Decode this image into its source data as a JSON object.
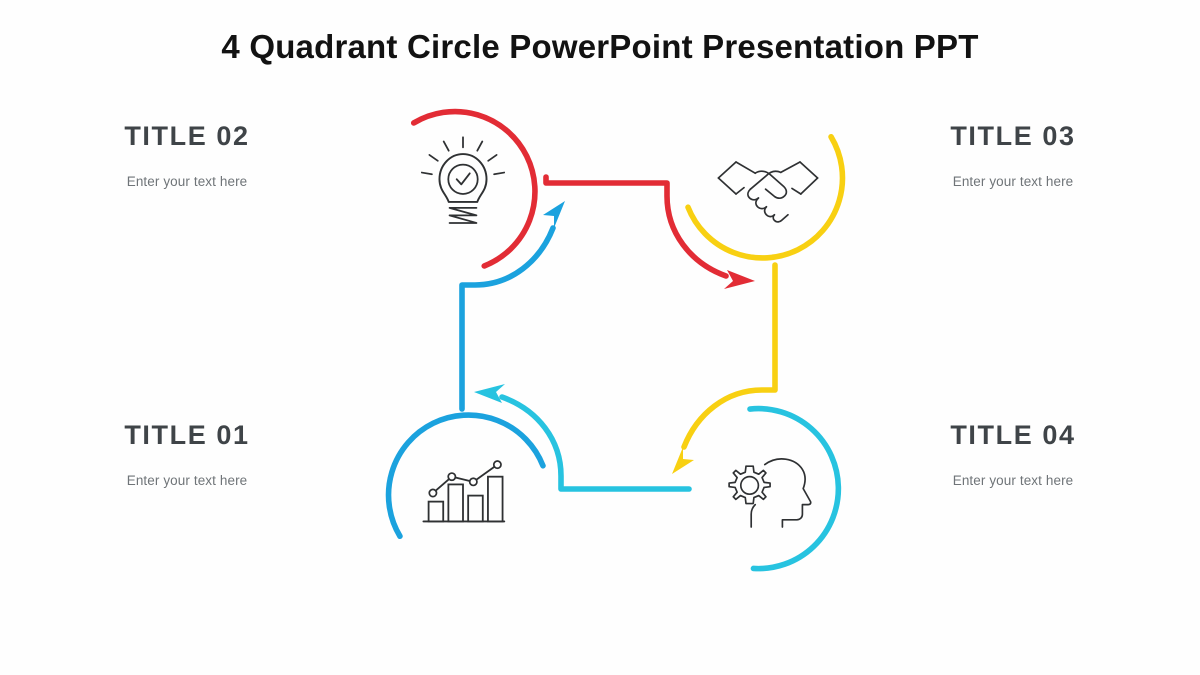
{
  "slide": {
    "title": "4 Quadrant Circle PowerPoint Presentation PPT",
    "background_color": "#fefefe",
    "title_color": "#121212"
  },
  "palette": {
    "red": "#e22c35",
    "yellow": "#f8d012",
    "blue": "#1ba2de",
    "cyan": "#27c3e0",
    "icon_stroke": "#2f3133",
    "label_title": "#3f4448",
    "label_sub": "#6f7478"
  },
  "quadrants": [
    {
      "id": "title-01",
      "label": "TITLE  01",
      "subtitle": "Enter your text here",
      "icon": "bar-chart-growth-icon",
      "color": "#1ba2de",
      "position": "bottom-left",
      "label_side": "left"
    },
    {
      "id": "title-02",
      "label": "TITLE  02",
      "subtitle": "Enter your text here",
      "icon": "lightbulb-check-icon",
      "color": "#e22c35",
      "position": "top-left",
      "label_side": "left"
    },
    {
      "id": "title-03",
      "label": "TITLE  03",
      "subtitle": "Enter your text here",
      "icon": "handshake-icon",
      "color": "#f8d012",
      "position": "top-right",
      "label_side": "right"
    },
    {
      "id": "title-04",
      "label": "TITLE  04",
      "subtitle": "Enter your text here",
      "icon": "head-gear-icon",
      "color": "#27c3e0",
      "position": "bottom-right",
      "label_side": "right"
    }
  ],
  "connectors": [
    {
      "id": "connector-red",
      "from": "title-02",
      "to": "title-03",
      "color": "#e22c35",
      "arrow": "right-down"
    },
    {
      "id": "connector-yellow",
      "from": "title-03",
      "to": "title-04",
      "color": "#f8d012",
      "arrow": "down-left"
    },
    {
      "id": "connector-cyan",
      "from": "title-04",
      "to": "title-01",
      "color": "#27c3e0",
      "arrow": "left-up"
    },
    {
      "id": "connector-blue",
      "from": "title-01",
      "to": "title-02",
      "color": "#1ba2de",
      "arrow": "up-right"
    }
  ]
}
